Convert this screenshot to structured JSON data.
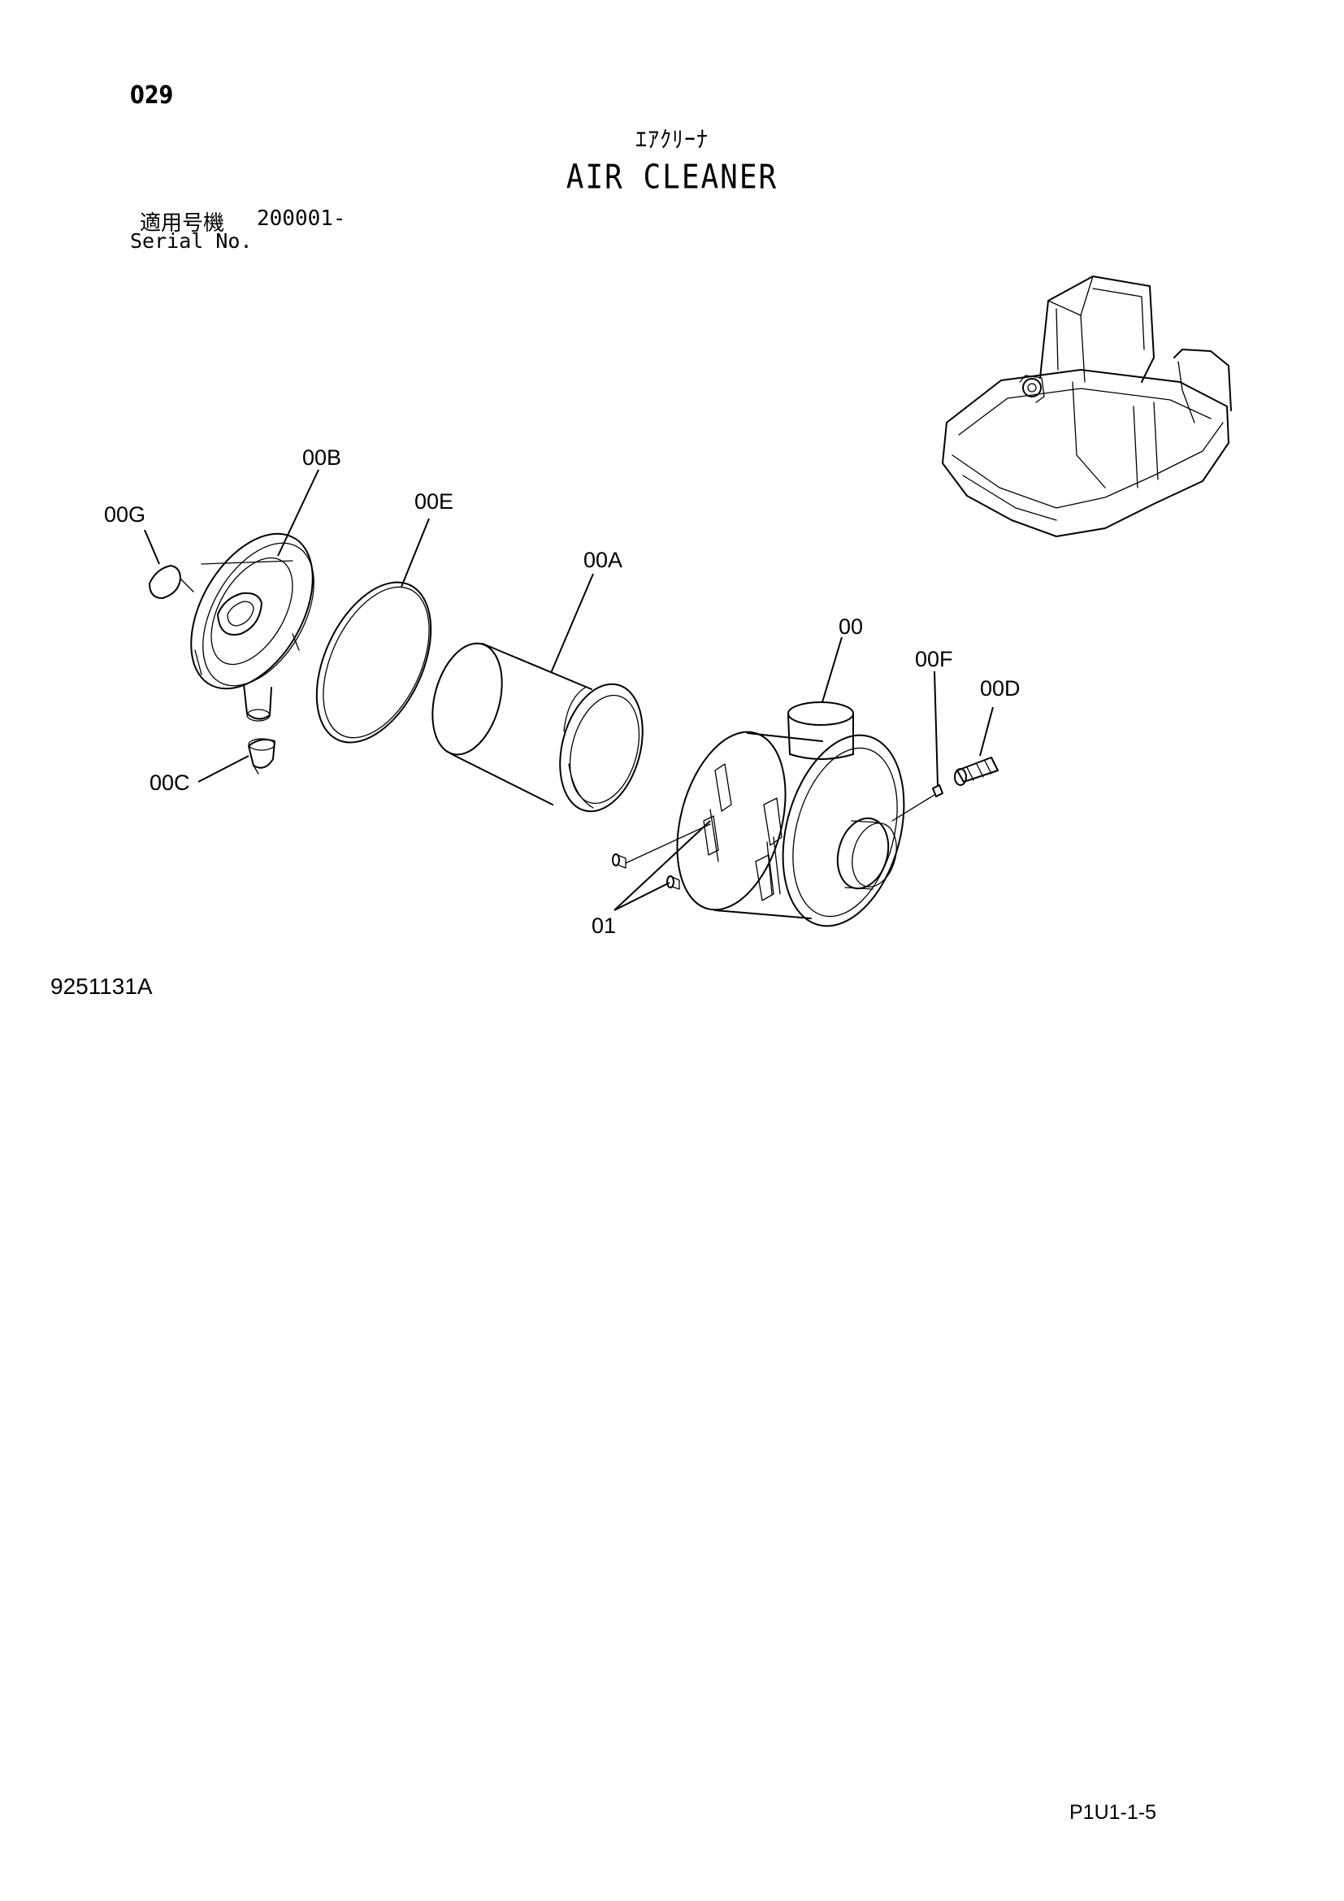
{
  "page": {
    "number": "029",
    "title_jp": "ｴｱｸﾘｰﾅ",
    "title_en": "AIR CLEANER"
  },
  "serial": {
    "label_jp": "適用号機",
    "range": "200001-",
    "label_en": "Serial No."
  },
  "callouts": {
    "c00b": "00B",
    "c00g": "00G",
    "c00e": "00E",
    "c00a": "00A",
    "c00": "00",
    "c00f": "00F",
    "c00d": "00D",
    "c00c": "00C",
    "c01": "01"
  },
  "footer": {
    "drawing_code": "9251131A",
    "sheet_code": "P1U1-1-5"
  }
}
